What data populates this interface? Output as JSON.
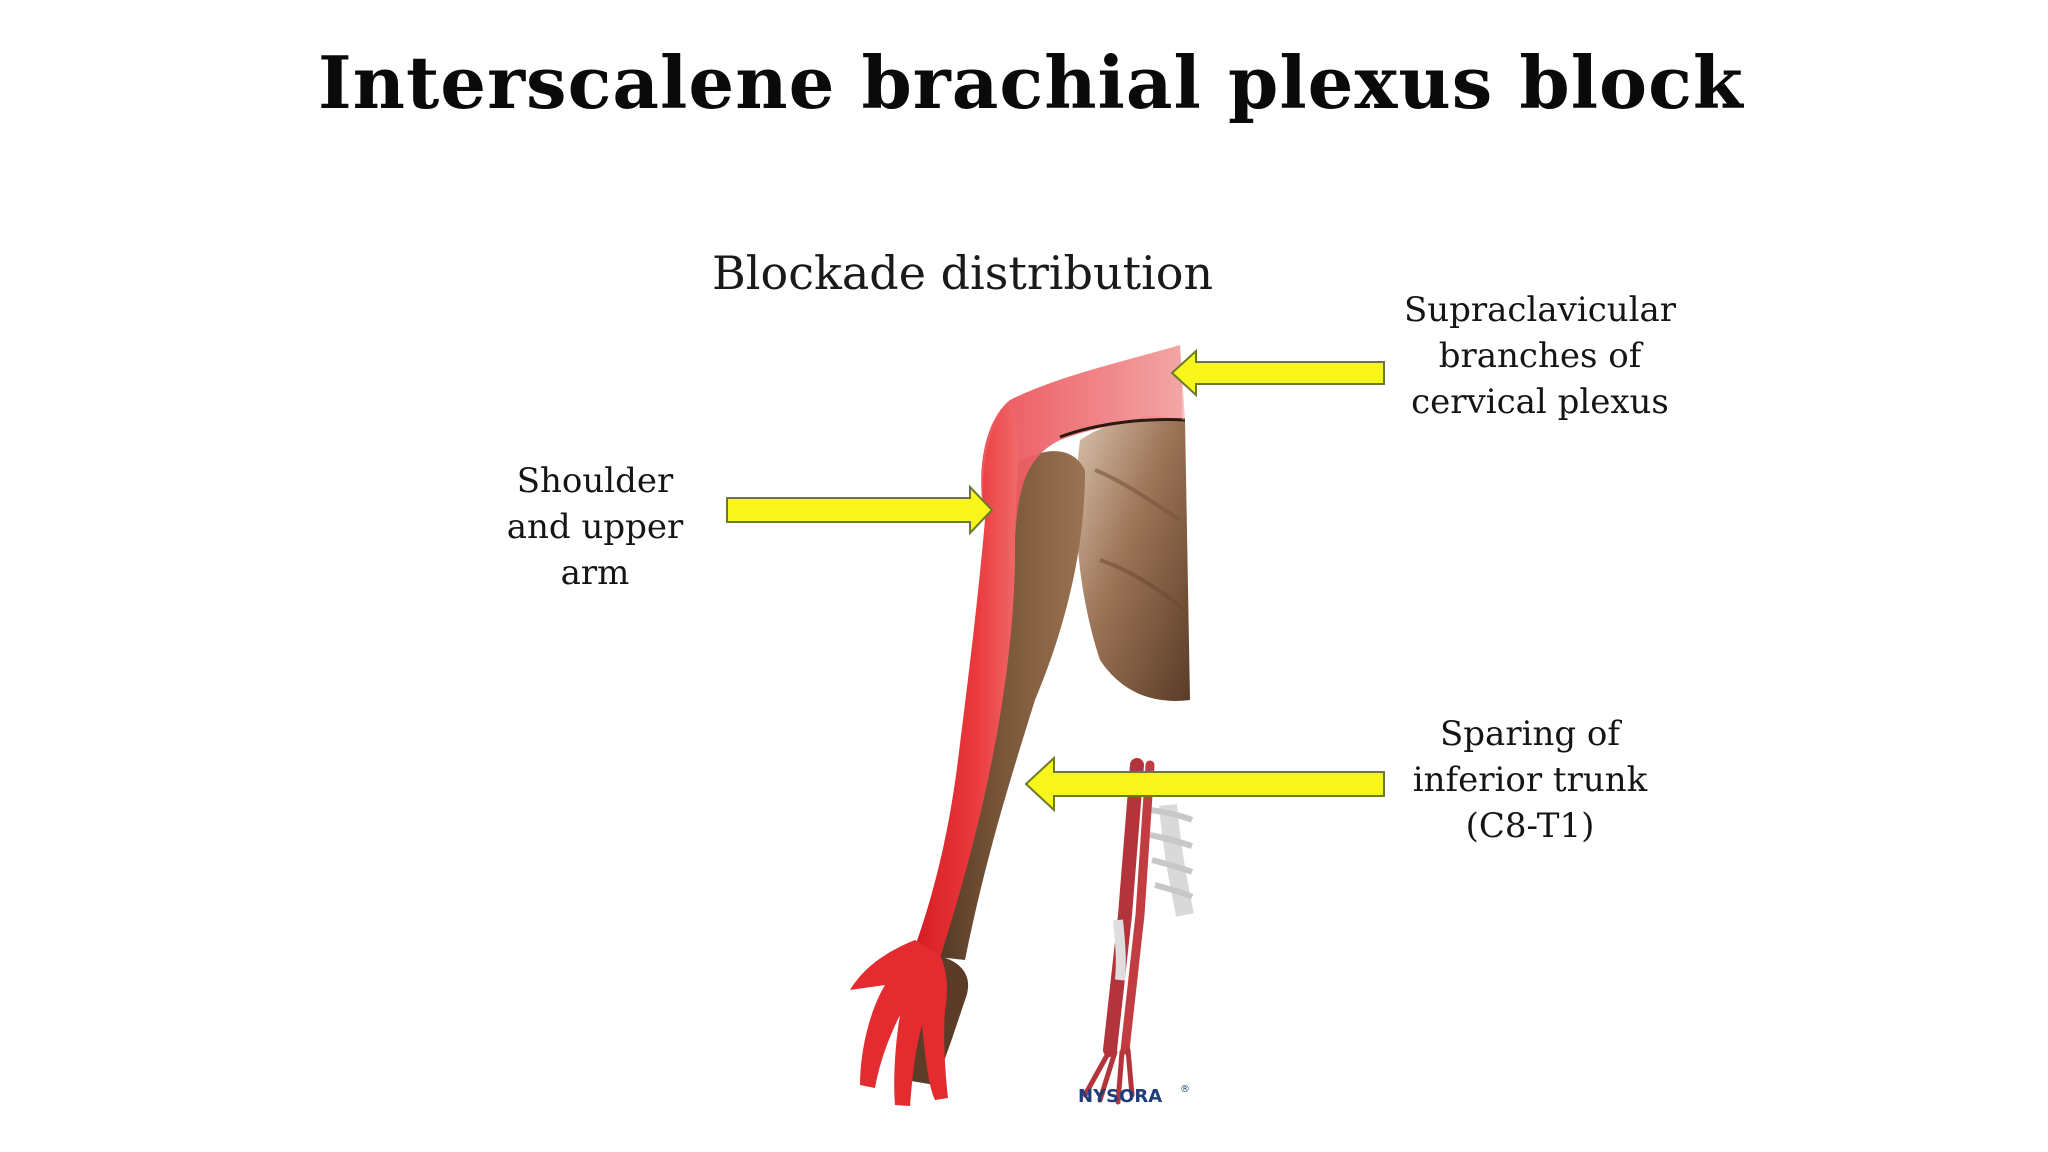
{
  "slide": {
    "title": "Interscalene brachial plexus block",
    "subtitle": "Blockade distribution"
  },
  "labels": {
    "shoulder": [
      "Shoulder",
      "and upper",
      "arm"
    ],
    "supraclavicular": [
      "Supraclavicular",
      "branches of",
      "cervical plexus"
    ],
    "sparing": [
      "Sparing of",
      "inferior trunk",
      "(C8-T1)"
    ]
  },
  "logo": {
    "text": "NYSORA",
    "registered": "®"
  },
  "colors": {
    "blocked_region": "#e8262b",
    "arrow_fill": "#f7f51c",
    "arrow_stroke": "#6b7a2a",
    "skin_shading": "#6b4a32"
  }
}
